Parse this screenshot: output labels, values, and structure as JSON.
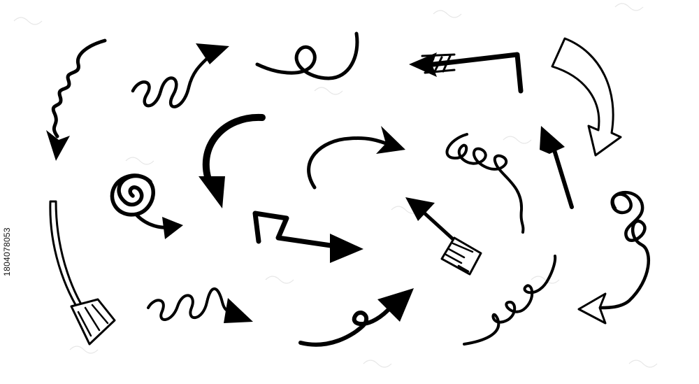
{
  "image": {
    "background_color": "#ffffff",
    "ink_color": "#000000",
    "watermark_color": "#e6e6e6"
  },
  "stock_id": "1804078053",
  "arrows": [
    "spring-arrow-down",
    "spring-arrow-right",
    "loop-curve",
    "fletched-arrow-bent",
    "outline-arrow-curved",
    "curved-arrow-down",
    "curved-arrow-right",
    "coil-squiggle",
    "straight-arrow-up",
    "spiral-arrow-right",
    "zigzag-arrow-right",
    "fletched-arrow-up-left",
    "fletched-arrow-down",
    "spring-arrow-right-small",
    "loop-arrow-up-right",
    "spring-squiggle",
    "coil-arrow-outline-left"
  ]
}
